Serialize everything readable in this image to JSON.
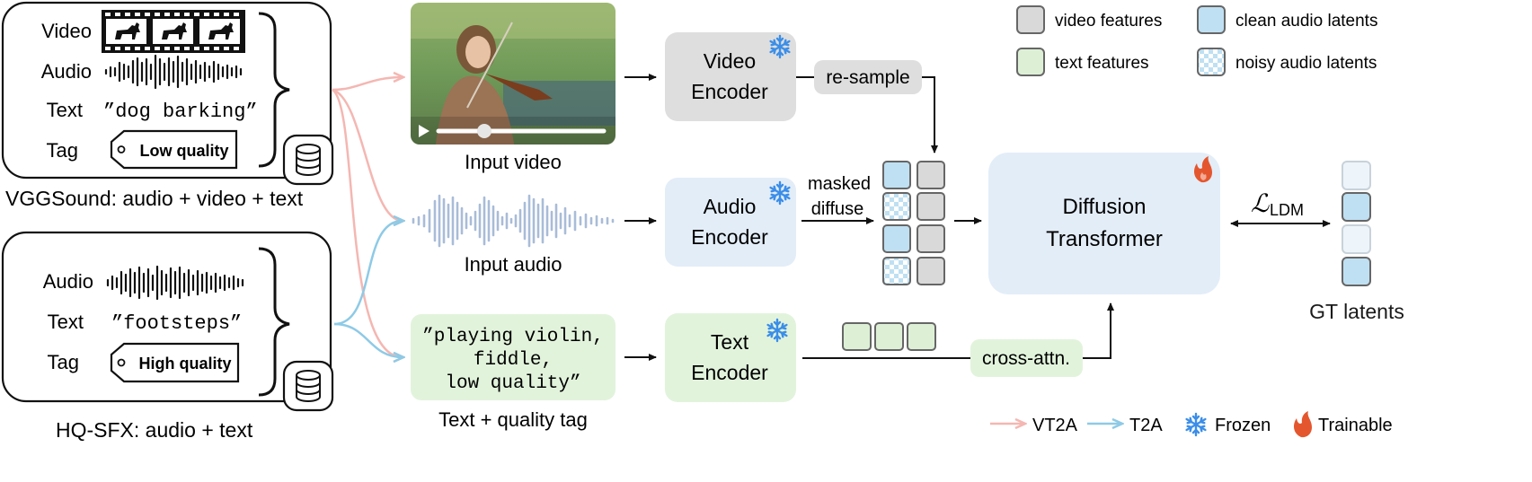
{
  "datasets": {
    "vggsound": {
      "rows": {
        "video": "Video",
        "audio": "Audio",
        "text": "Text",
        "tag": "Tag"
      },
      "text_value": "”dog barking”",
      "tag_value": "Low quality",
      "caption": "VGGSound: audio + video + text"
    },
    "hqsfx": {
      "rows": {
        "audio": "Audio",
        "text": "Text",
        "tag": "Tag"
      },
      "text_value": "”footsteps”",
      "tag_value": "High quality",
      "caption": "HQ-SFX: audio + text"
    }
  },
  "inputs": {
    "video_caption": "Input video",
    "audio_caption": "Input audio",
    "text_prompt": {
      "line1": "”playing violin,",
      "line2": "fiddle,",
      "line3": "low quality”"
    },
    "text_caption": "Text + quality tag"
  },
  "encoders": {
    "video": {
      "line1": "Video",
      "line2": "Encoder"
    },
    "audio": {
      "line1": "Audio",
      "line2": "Encoder"
    },
    "text": {
      "line1": "Text",
      "line2": "Encoder"
    }
  },
  "ops": {
    "resample": "re-sample",
    "masked_line1": "masked",
    "masked_line2": "diffuse",
    "cross_attn": "cross-attn."
  },
  "dit": {
    "line1": "Diffusion",
    "line2": "Transformer"
  },
  "loss_label": "ℒ",
  "loss_subscript": "LDM",
  "gt_label": "GT latents",
  "legend": {
    "video_features": "video features",
    "clean_audio_latents": "clean audio latents",
    "text_features": "text features",
    "noisy_audio_latents": "noisy audio latents"
  },
  "bottom_legend": {
    "vt2a": "VT2A",
    "t2a": "T2A",
    "frozen": "Frozen",
    "trainable": "Trainable"
  },
  "colors": {
    "vt2a_arrow": "#f4b7b2",
    "t2a_arrow": "#8ecae6",
    "video_feature": "#d9d9d9",
    "audio_latent": "#bfe0f2",
    "text_feature": "#ddf0d6",
    "encoder_video": "#dedede",
    "encoder_audio": "#e3edf8",
    "encoder_text": "#e2f3dc",
    "frozen": "#3b8ee8",
    "trainable": "#e4572e"
  }
}
